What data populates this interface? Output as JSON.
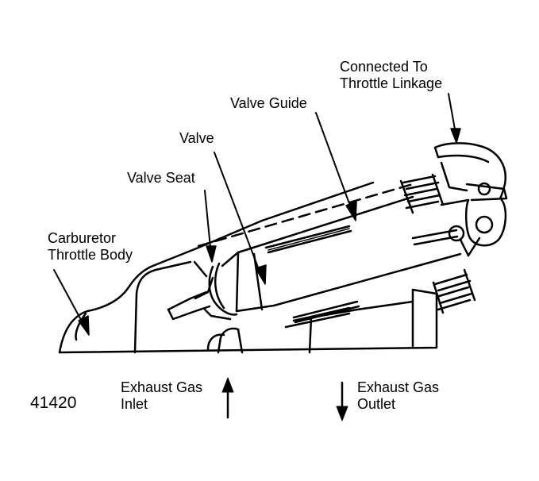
{
  "labels": {
    "throttle_linkage": [
      "Connected To",
      "Throttle Linkage"
    ],
    "valve_guide": "Valve Guide",
    "valve": "Valve",
    "valve_seat": "Valve Seat",
    "throttle_body": [
      "Carburetor",
      "Throttle Body"
    ],
    "inlet": [
      "Exhaust Gas",
      "Inlet"
    ],
    "outlet": [
      "Exhaust Gas",
      "Outlet"
    ]
  },
  "figure_number": "41420",
  "colors": {
    "line": "#000000",
    "background": "#ffffff"
  }
}
